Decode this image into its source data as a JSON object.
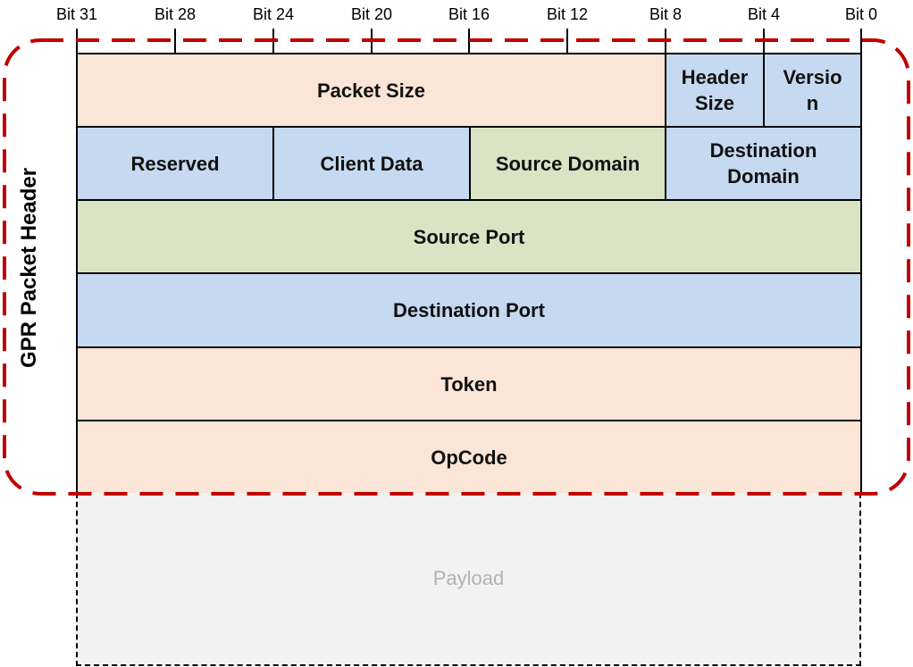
{
  "bit_labels": [
    "Bit 31",
    "Bit 28",
    "Bit 24",
    "Bit 20",
    "Bit 16",
    "Bit 12",
    "Bit 8",
    "Bit 4",
    "Bit 0"
  ],
  "header_label": "GPR Packet Header",
  "fields": {
    "packet_size": "Packet Size",
    "header_size": "Header Size",
    "version": "Versio n",
    "reserved": "Reserved",
    "client_data": "Client Data",
    "source_domain": "Source Domain",
    "destination_domain": "Destination Domain",
    "source_port": "Source Port",
    "destination_port": "Destination Port",
    "token": "Token",
    "opcode": "OpCode"
  },
  "payload_label": "Payload",
  "colors": {
    "peach": "#fbe5d6",
    "blue": "#c5d9f0",
    "green": "#d8e4c4",
    "payload_bg": "#f2f2f2",
    "header_outline": "#c00000"
  }
}
